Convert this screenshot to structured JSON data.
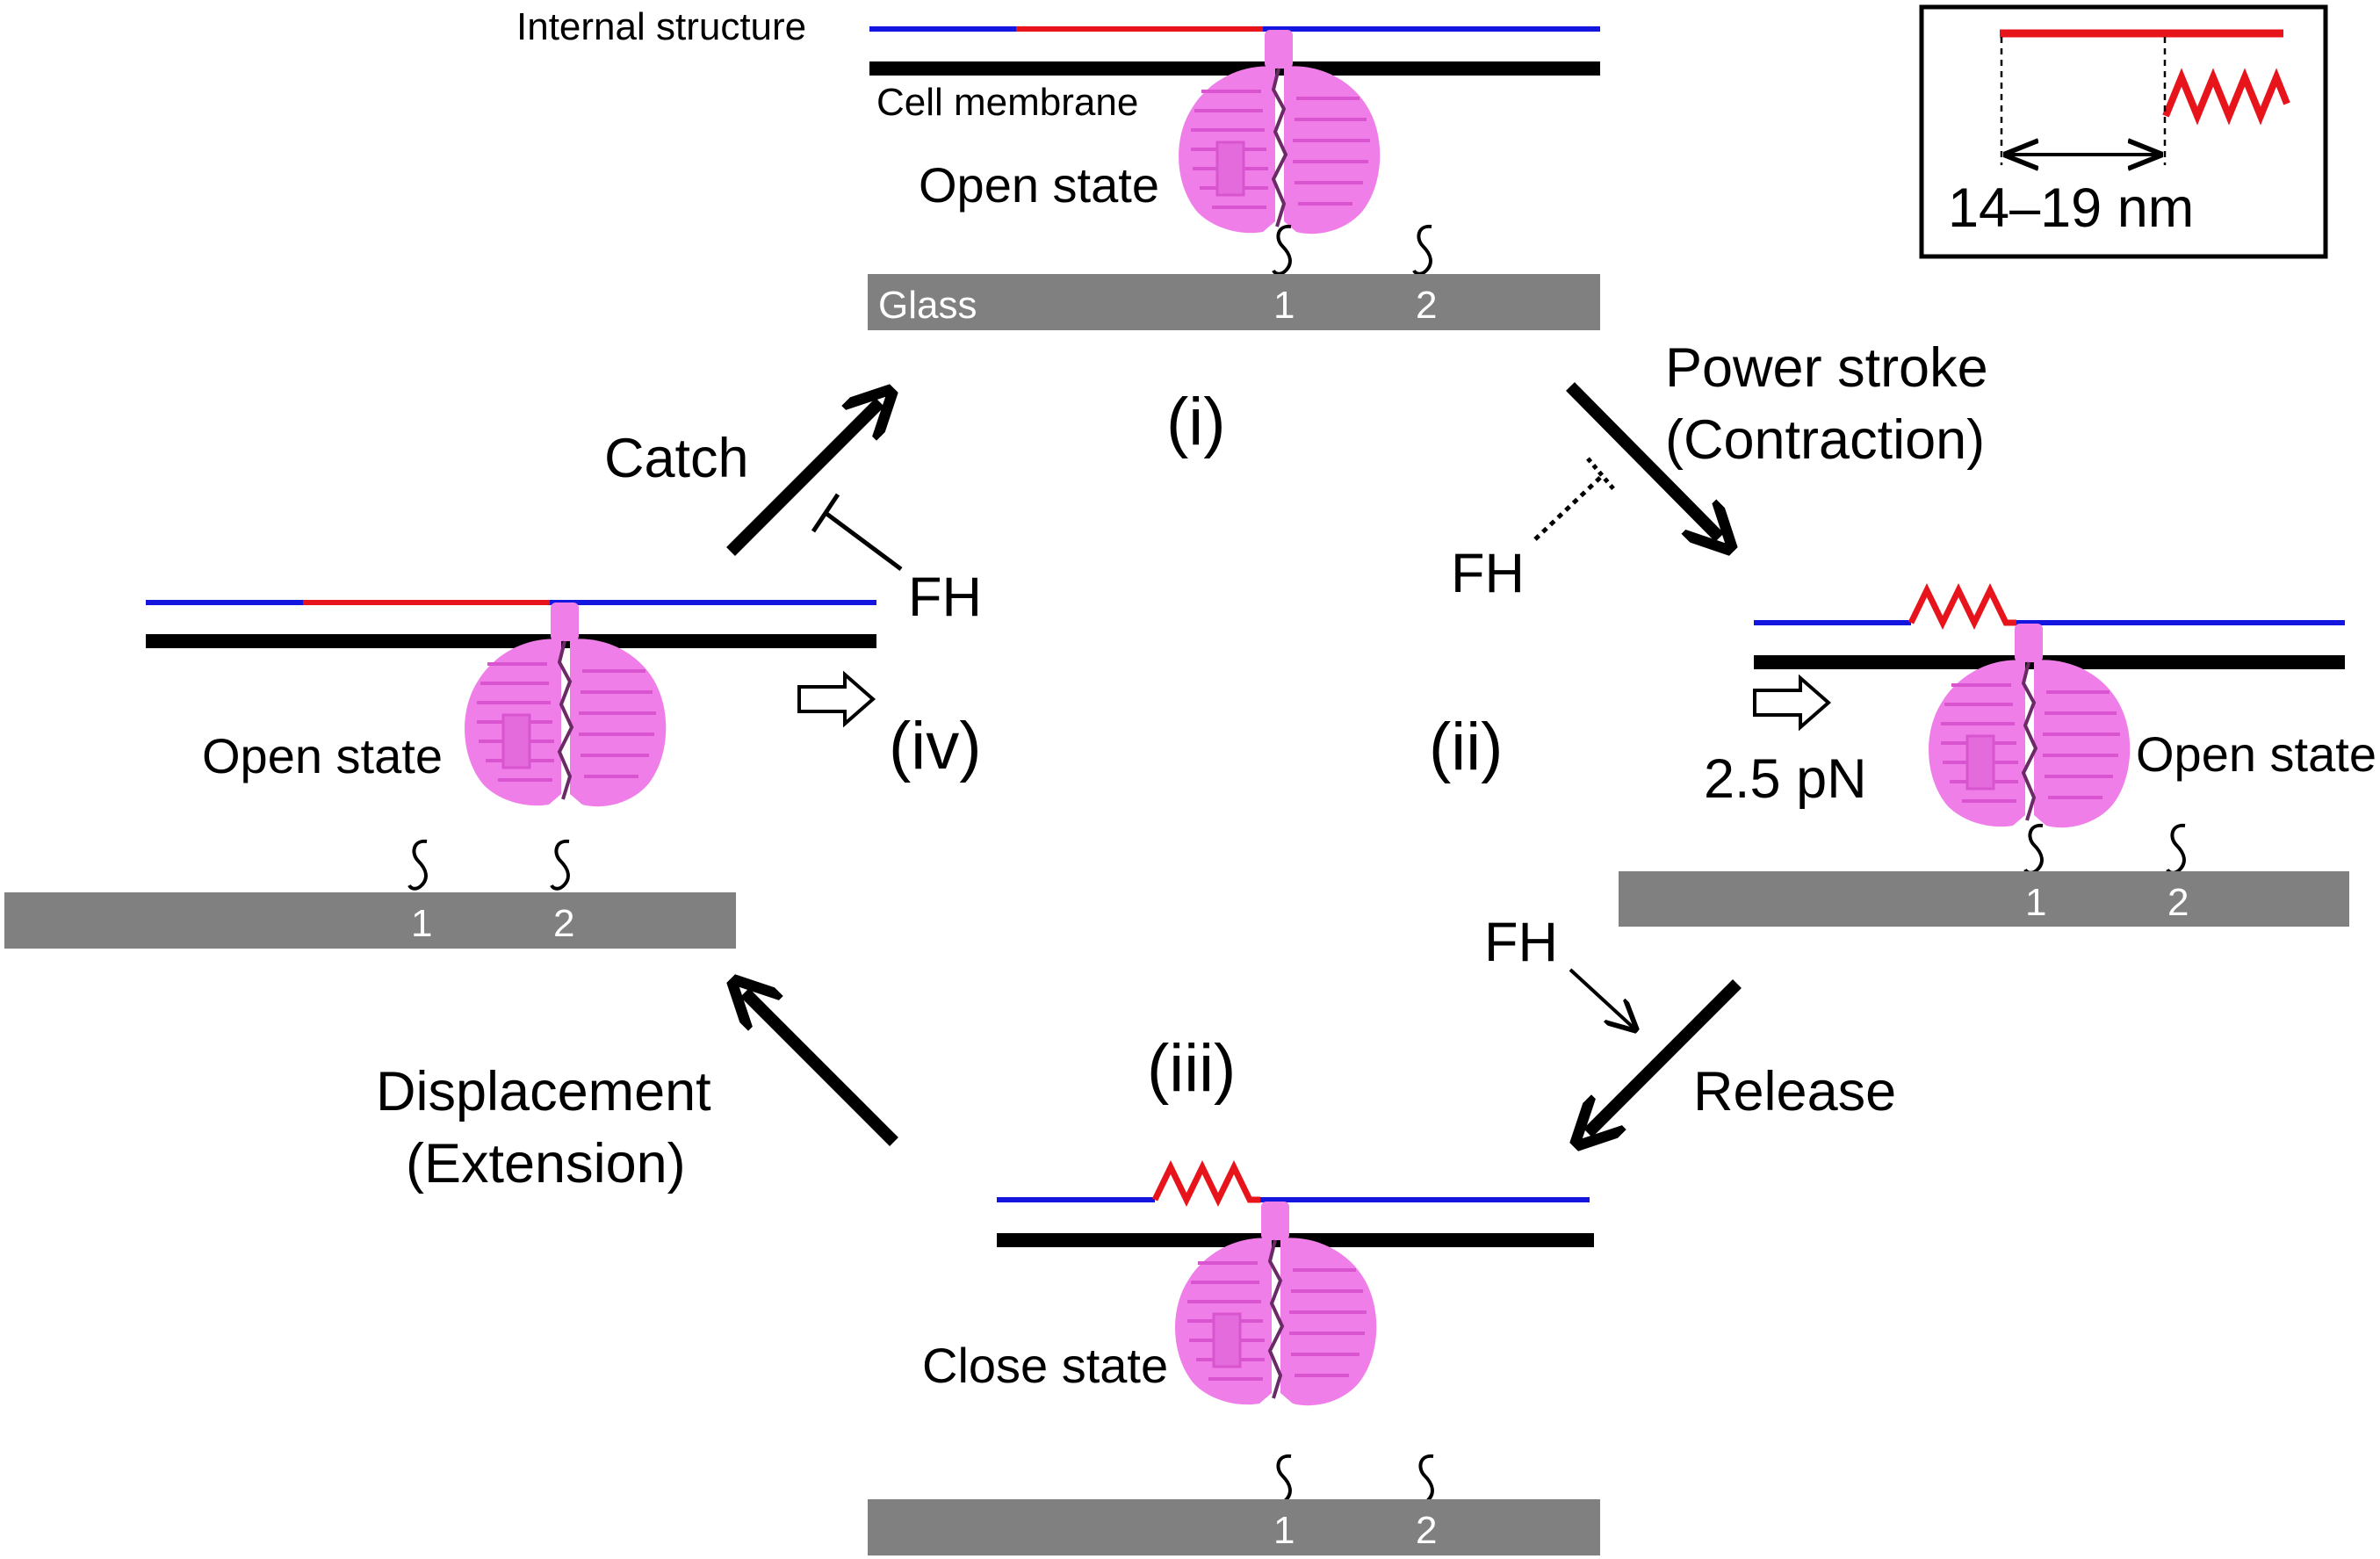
{
  "colors": {
    "blue_segment": "#1515e0",
    "red_segment": "#e8141c",
    "membrane": "#000000",
    "glass": "#808080",
    "protein": "#f07ee8",
    "protein_shade": "#d855cf"
  },
  "icons": {
    "protein": "pink-motor-protein-icon",
    "tether": "s-hook-tether-icon",
    "spring": "zigzag-spring-icon",
    "force": "open-block-arrow-icon"
  },
  "legend": {
    "distance": "14–19 nm"
  },
  "states": {
    "i": {
      "roman": "(i)",
      "top_label": "Internal structure",
      "membrane_label": "Cell membrane",
      "state_label": "Open state",
      "glass_label": "Glass",
      "site_1": "1",
      "site_2": "2"
    },
    "ii": {
      "roman": "(ii)",
      "force_label": "2.5 pN",
      "state_label": "Open state",
      "site_1": "1",
      "site_2": "2"
    },
    "iii": {
      "roman": "(iii)",
      "state_label": "Close state",
      "site_1": "1",
      "site_2": "2"
    },
    "iv": {
      "roman": "(iv)",
      "state_label": "Open state",
      "site_1": "1",
      "site_2": "2"
    }
  },
  "transitions": {
    "catch": {
      "label": "Catch",
      "inhibitor": "FH"
    },
    "power_stroke": {
      "label_line1": "Power stroke",
      "label_line2": "(Contraction)",
      "inhibitor": "FH"
    },
    "release": {
      "label": "Release",
      "promoter": "FH"
    },
    "displacement": {
      "label_line1": "Displacement",
      "label_line2": "(Extension)"
    }
  }
}
